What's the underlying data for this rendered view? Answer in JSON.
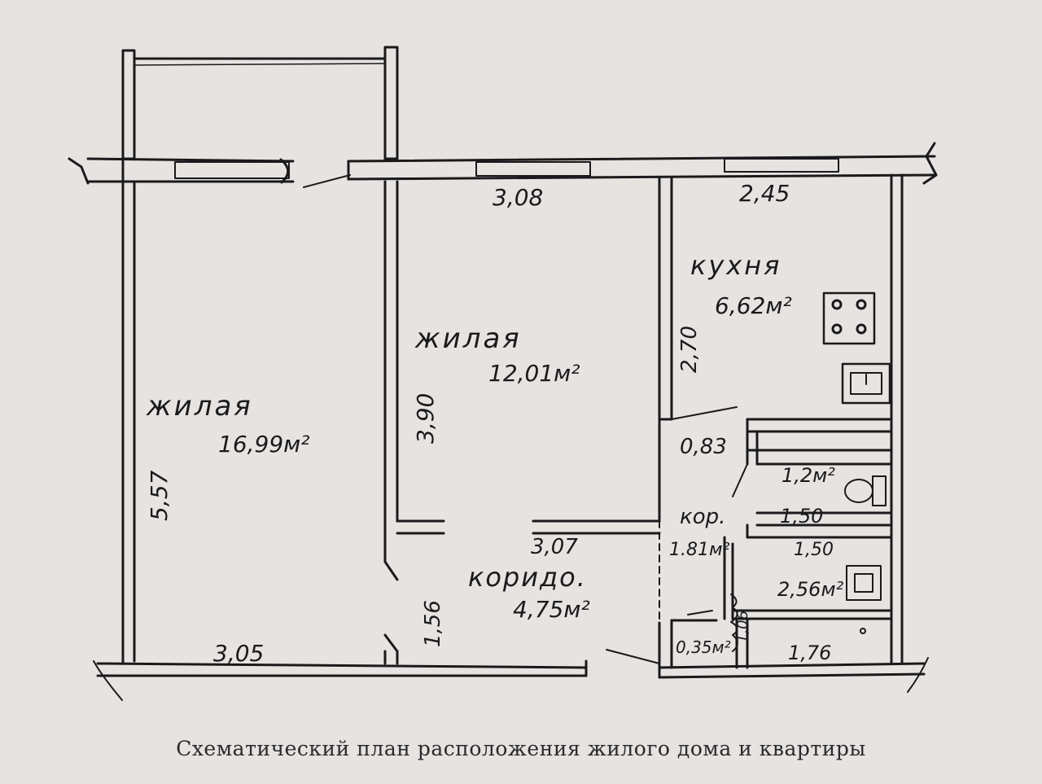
{
  "plan": {
    "rooms": [
      {
        "id": "living-1",
        "name": "жилая",
        "area": "16,99м²"
      },
      {
        "id": "living-2",
        "name": "жилая",
        "area": "12,01м²"
      },
      {
        "id": "kitchen",
        "name": "кухня",
        "area": "6,62м²"
      },
      {
        "id": "corridor",
        "name": "коридо.",
        "area": "4,75м²"
      },
      {
        "id": "small-corridor",
        "name": "кор.",
        "area": "1.81м²"
      },
      {
        "id": "toilet",
        "area": "1,2м²"
      },
      {
        "id": "bathroom",
        "area": "2,56м²"
      },
      {
        "id": "closet",
        "area": "0,35м²"
      }
    ],
    "dimensions": {
      "top_room2": "3,08",
      "top_kitchen": "2,45",
      "left_room1": "5,57",
      "room2_height": "3,90",
      "kitchen_height": "2,70",
      "kitchen_door": "0,83",
      "toilet_width": "1,50",
      "bath_width": "1,50",
      "corridor_width": "3,07",
      "entry_width": "1,56",
      "bottom_room1": "3,05",
      "bathtub_length": "1,76",
      "closet_side": "1,06"
    }
  },
  "caption": "Схематический план расположения жилого дома и квартиры"
}
